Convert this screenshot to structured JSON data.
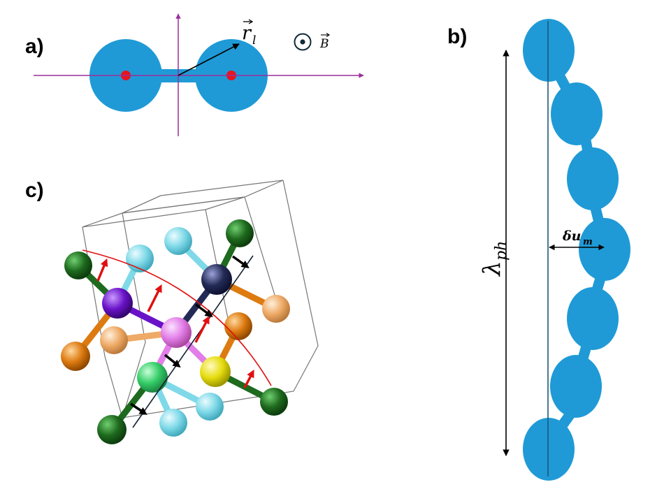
{
  "panels": {
    "a": {
      "label": "a)",
      "vector_label": "r",
      "vector_subscript": "l",
      "field_label": "B",
      "field_symbol": "dot-in-circle-icon"
    },
    "b": {
      "label": "b)",
      "wavelength_label": "λ",
      "wavelength_subscript": "ph",
      "displacement_label": "δu",
      "displacement_subscript": "m"
    },
    "c": {
      "label": "c)"
    }
  },
  "colors": {
    "dumbbell": "#1f9ad6",
    "center_dot": "#e8141e",
    "axis": "#9b2f9b",
    "wave_curve": "#e01010",
    "node_line": "#102030",
    "arrow_red": "#e01010",
    "arrow_black": "#000000",
    "cell_edge": "#777777"
  },
  "atoms": [
    {
      "name": "dark-green",
      "color": "#1e6a1e"
    },
    {
      "name": "cyan",
      "color": "#7fd9e8"
    },
    {
      "name": "violet",
      "color": "#6a12c8"
    },
    {
      "name": "navy",
      "color": "#232a55"
    },
    {
      "name": "pink",
      "color": "#e27ee8"
    },
    {
      "name": "green",
      "color": "#33cc66"
    },
    {
      "name": "yellow",
      "color": "#e6dd10"
    },
    {
      "name": "orange",
      "color": "#dd7a10"
    },
    {
      "name": "light-orange",
      "color": "#eeaa66"
    }
  ]
}
